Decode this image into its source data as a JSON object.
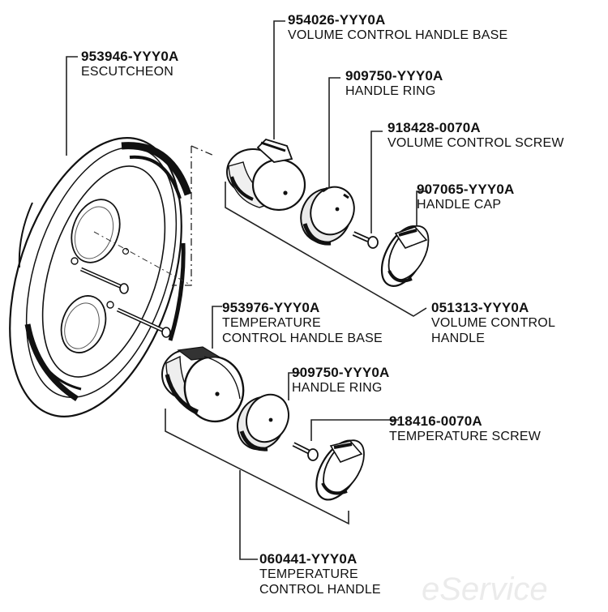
{
  "parts": [
    {
      "id": "escutcheon",
      "number": "953946-YYY0A",
      "lines": [
        "ESCUTCHEON"
      ]
    },
    {
      "id": "volume-base",
      "number": "954026-YYY0A",
      "lines": [
        "VOLUME CONTROL HANDLE BASE"
      ]
    },
    {
      "id": "handle-ring-top",
      "number": "909750-YYY0A",
      "lines": [
        "HANDLE RING"
      ]
    },
    {
      "id": "volume-screw",
      "number": "918428-0070A",
      "lines": [
        "VOLUME CONTROL SCREW"
      ]
    },
    {
      "id": "handle-cap",
      "number": "907065-YYY0A",
      "lines": [
        "HANDLE CAP"
      ]
    },
    {
      "id": "volume-handle",
      "number": "051313-YYY0A",
      "lines": [
        "VOLUME CONTROL",
        "HANDLE"
      ]
    },
    {
      "id": "temp-base",
      "number": "953976-YYY0A",
      "lines": [
        "TEMPERATURE",
        "CONTROL HANDLE BASE"
      ]
    },
    {
      "id": "handle-ring-bottom",
      "number": "909750-YYY0A",
      "lines": [
        "HANDLE RING"
      ]
    },
    {
      "id": "temp-screw",
      "number": "918416-0070A",
      "lines": [
        "TEMPERATURE SCREW"
      ]
    },
    {
      "id": "temp-handle",
      "number": "060441-YYY0A",
      "lines": [
        "TEMPERATURE",
        "CONTROL HANDLE"
      ]
    }
  ],
  "watermark": "eService",
  "colors": {
    "ink": "#111111",
    "leader": "#222222",
    "fill": "#ffffff"
  }
}
